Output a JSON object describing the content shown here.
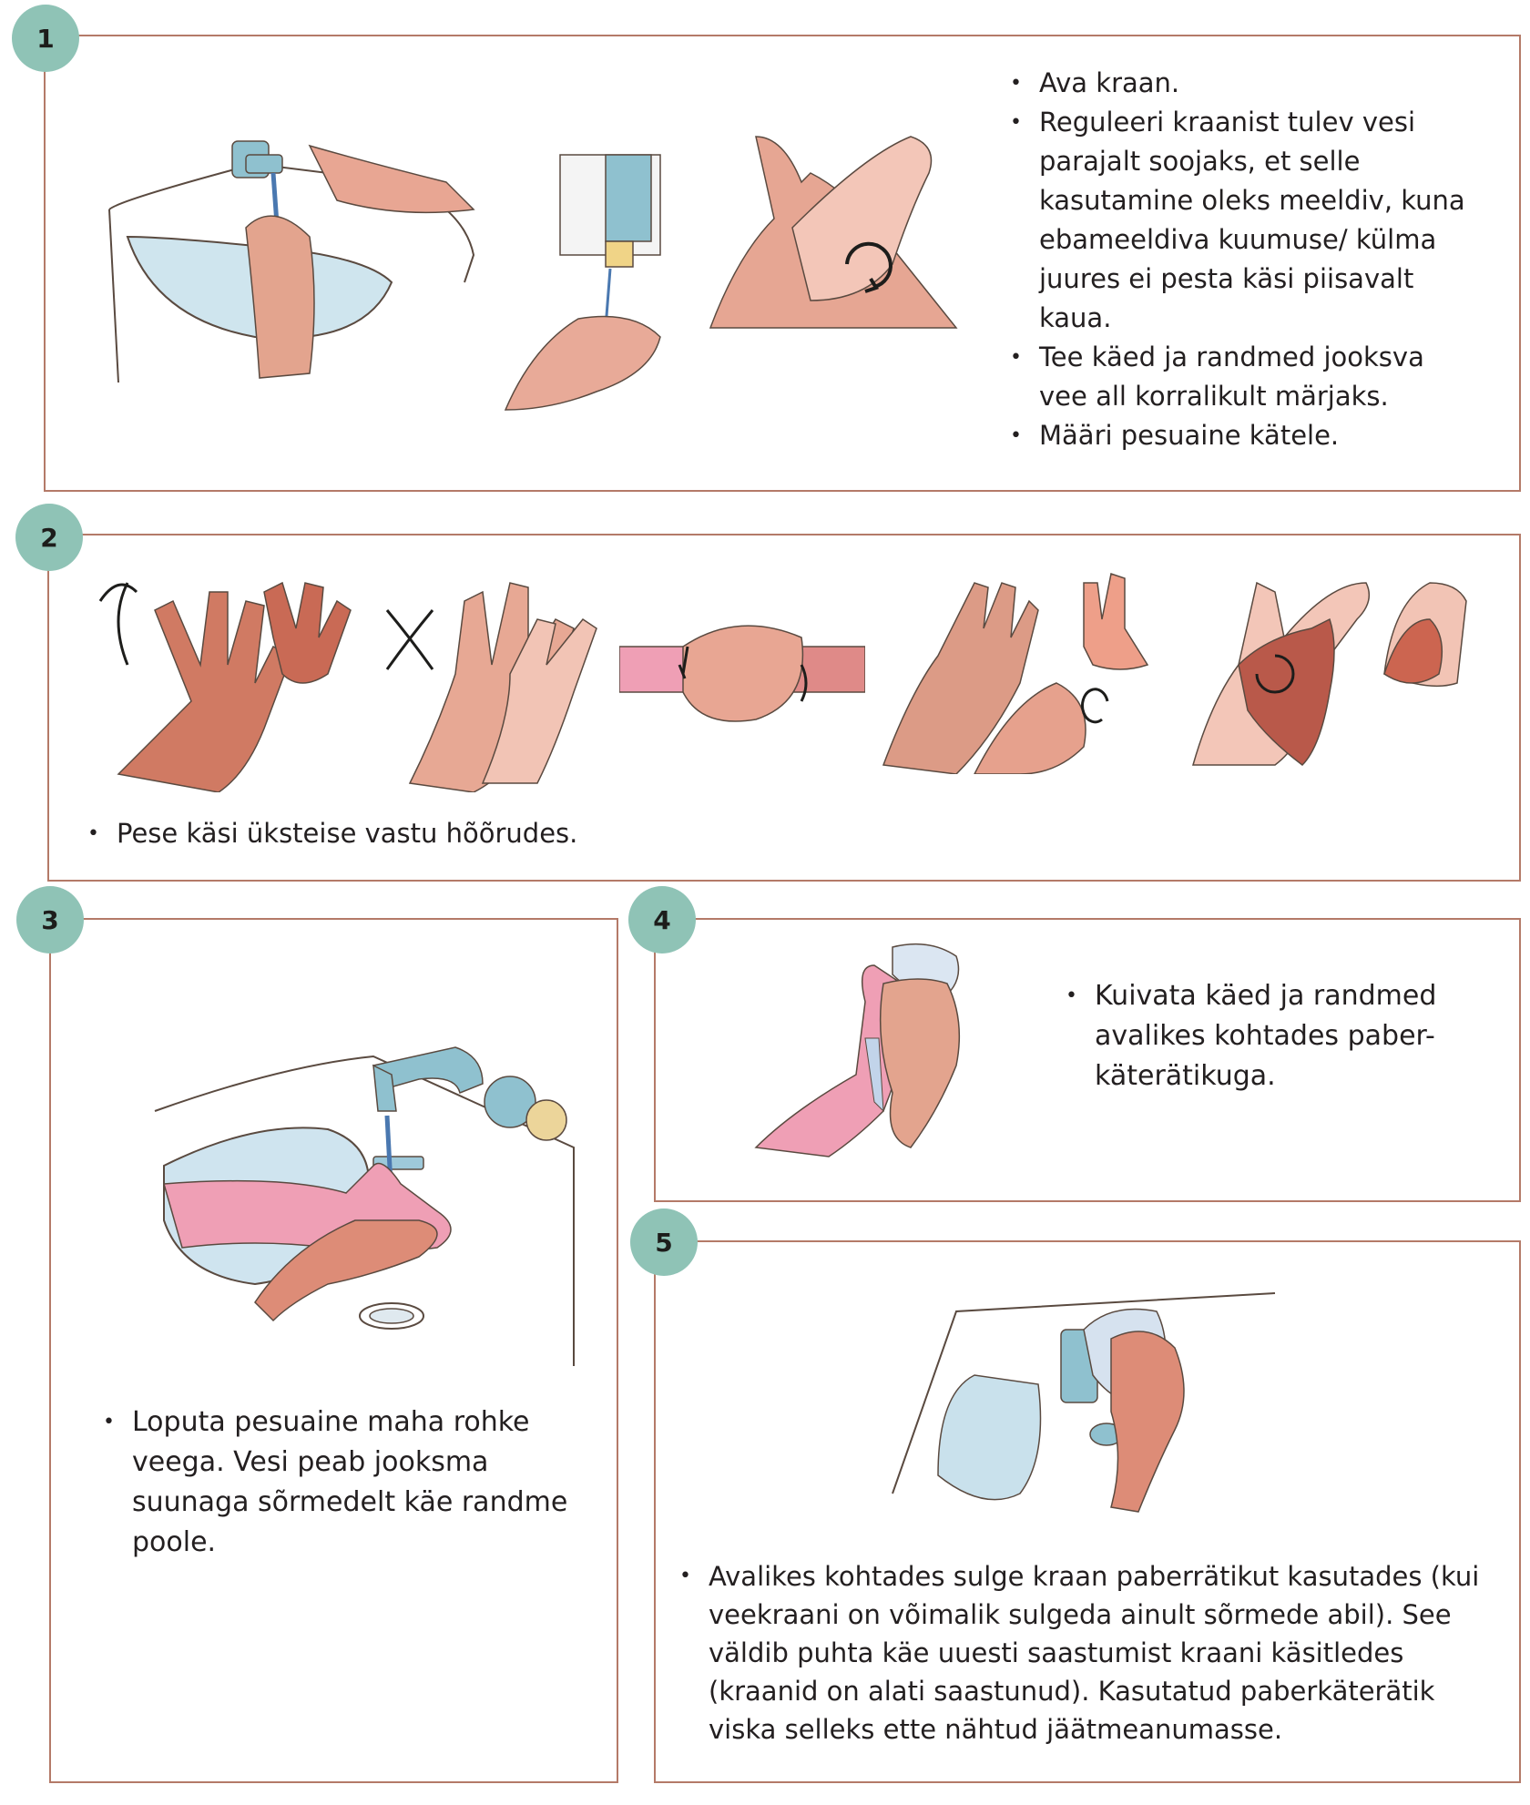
{
  "steps": [
    {
      "number": "1",
      "bullets": [
        "Ava kraan.",
        "Reguleeri kraanist tulev vesi parajalt soojaks, et selle kasutamine oleks meeldiv, kuna ebameeldiva kuumuse/ külma juures ei pesta käsi piisavalt kaua.",
        "Tee käed ja randmed jooksva vee all korralikult märjaks.",
        "Määri pesuaine kätele."
      ]
    },
    {
      "number": "2",
      "bullets": [
        "Pese käsi üksteise vastu hõõrudes."
      ]
    },
    {
      "number": "3",
      "bullets": [
        "Loputa pesuaine maha rohke veega. Vesi peab jooksma suunaga sõrmedelt käe randme poole."
      ]
    },
    {
      "number": "4",
      "bullets": [
        "Kuivata käed ja randmed avalikes kohtades paber-käterätikuga."
      ]
    },
    {
      "number": "5",
      "bullets": [
        "Avalikes kohtades sulge kraan paberrätikut kasutades (kui veekraani on võimalik sulgeda ainult sõrmede abil). See väldib puhta käe uuesti saastumist kraani käsitledes (kraanid on alati saastunud).  Kasutatud paberkäterätik viska selleks ette nähtud jäätmeanumasse."
      ]
    }
  ],
  "colors": {
    "border": "#b47a68",
    "badge": "#8fc3b6",
    "skin": "#e3a48e",
    "skin_dark": "#c9705c",
    "water": "#a9cfe2",
    "tap": "#7fb9c7"
  },
  "icons": {
    "rotate": "circular-arrow-icon",
    "cross": "cross-arrows-icon"
  }
}
